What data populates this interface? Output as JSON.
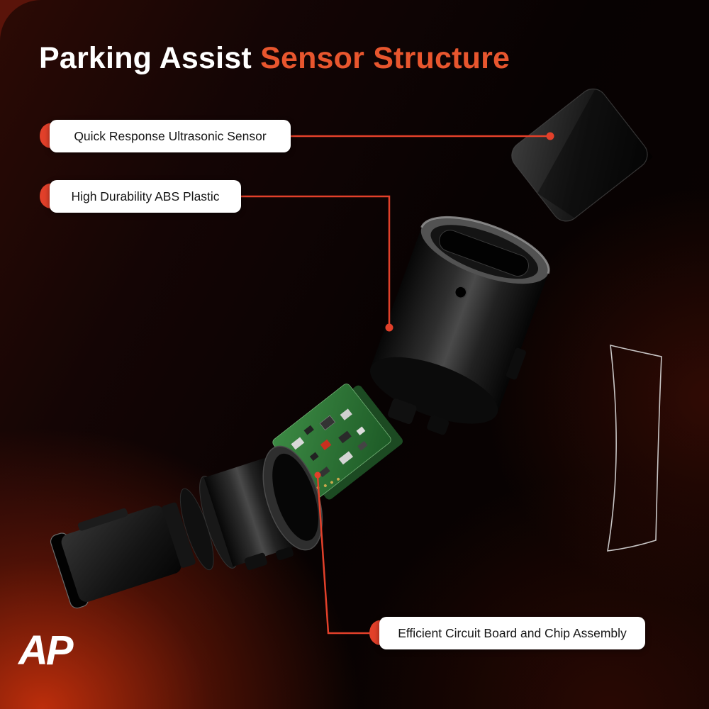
{
  "title": {
    "part1": "Parking Assist",
    "part2": "Sensor Structure"
  },
  "callouts": [
    {
      "id": "ultrasonic-sensor",
      "label": "Quick Response Ultrasonic Sensor"
    },
    {
      "id": "abs-plastic",
      "label": "High Durability ABS Plastic"
    },
    {
      "id": "circuit-board",
      "label": "Efficient Circuit Board and Chip Assembly"
    }
  ],
  "logo": {
    "text": "AP"
  },
  "colors": {
    "accent": "#e2402a",
    "title_accent": "#e8562e",
    "label_bg": "#ffffff",
    "label_text": "#161616",
    "background_glow": "#8e1e08",
    "pcb_green": "#2e7d3a"
  }
}
